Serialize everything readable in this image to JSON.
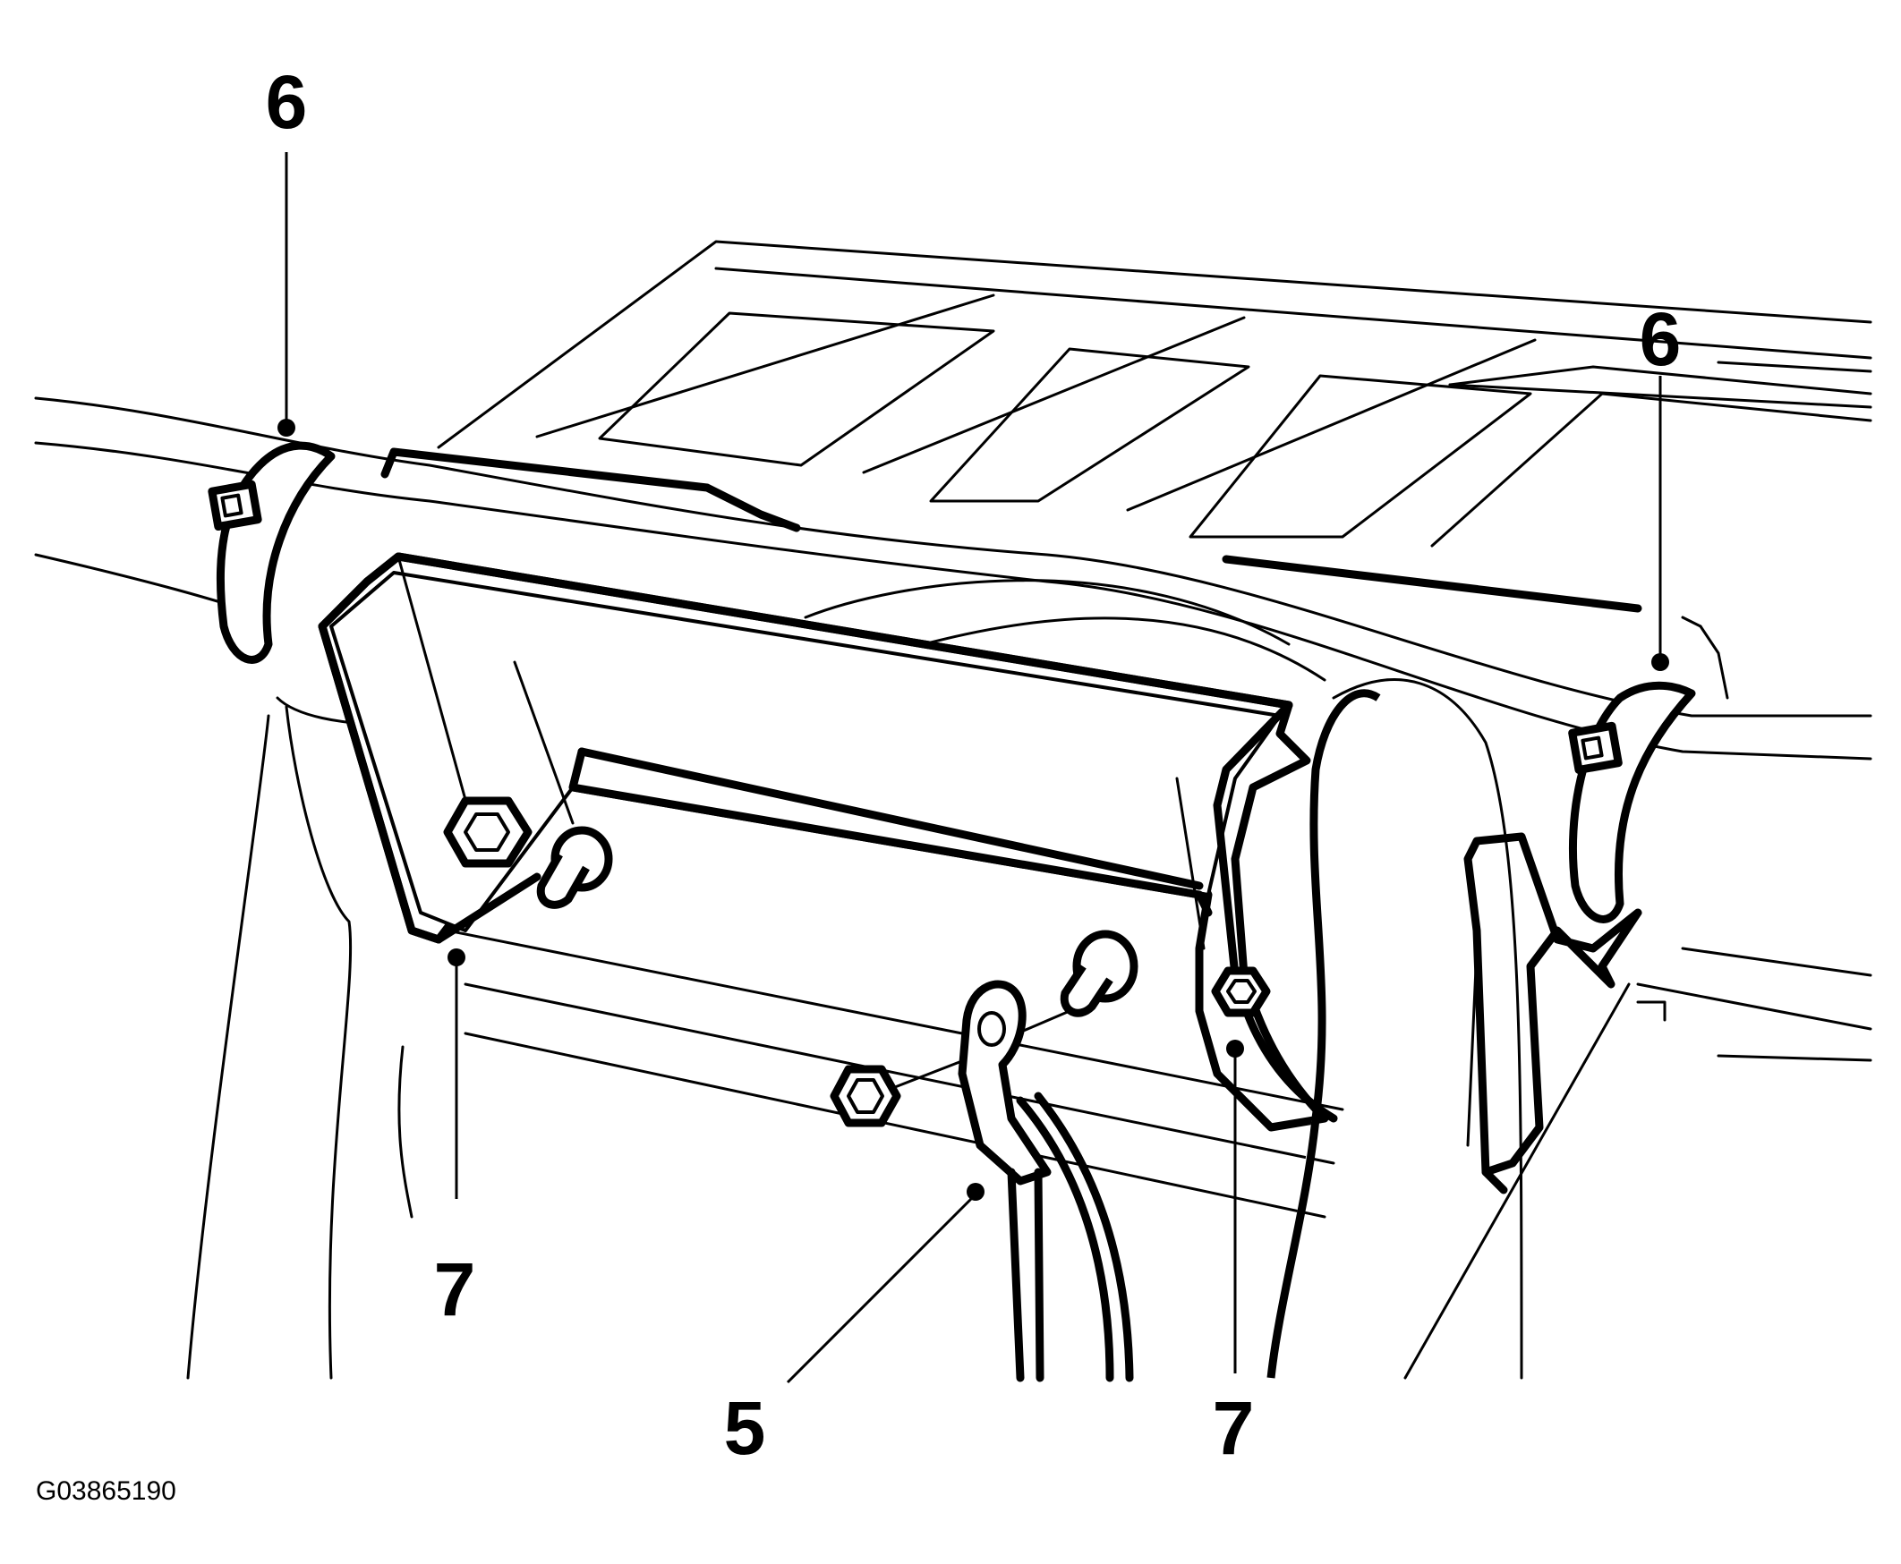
{
  "callouts": {
    "six_top_left": "6",
    "six_top_right": "6",
    "seven_left": "7",
    "seven_right": "7",
    "five_bottom": "5"
  },
  "figure_id": "G03865190",
  "colors": {
    "line": "#000000",
    "background": "#ffffff"
  }
}
